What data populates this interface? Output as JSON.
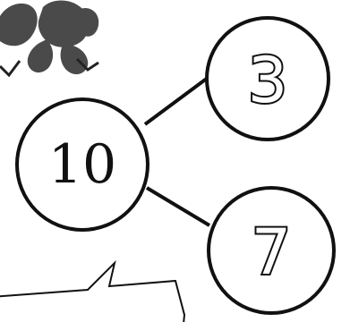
{
  "diagram": {
    "whole": "10",
    "parts": [
      "3",
      "7"
    ],
    "colors": {
      "ink": "#111111",
      "background": "#ffffff",
      "figure": "#4a4a4a"
    }
  }
}
